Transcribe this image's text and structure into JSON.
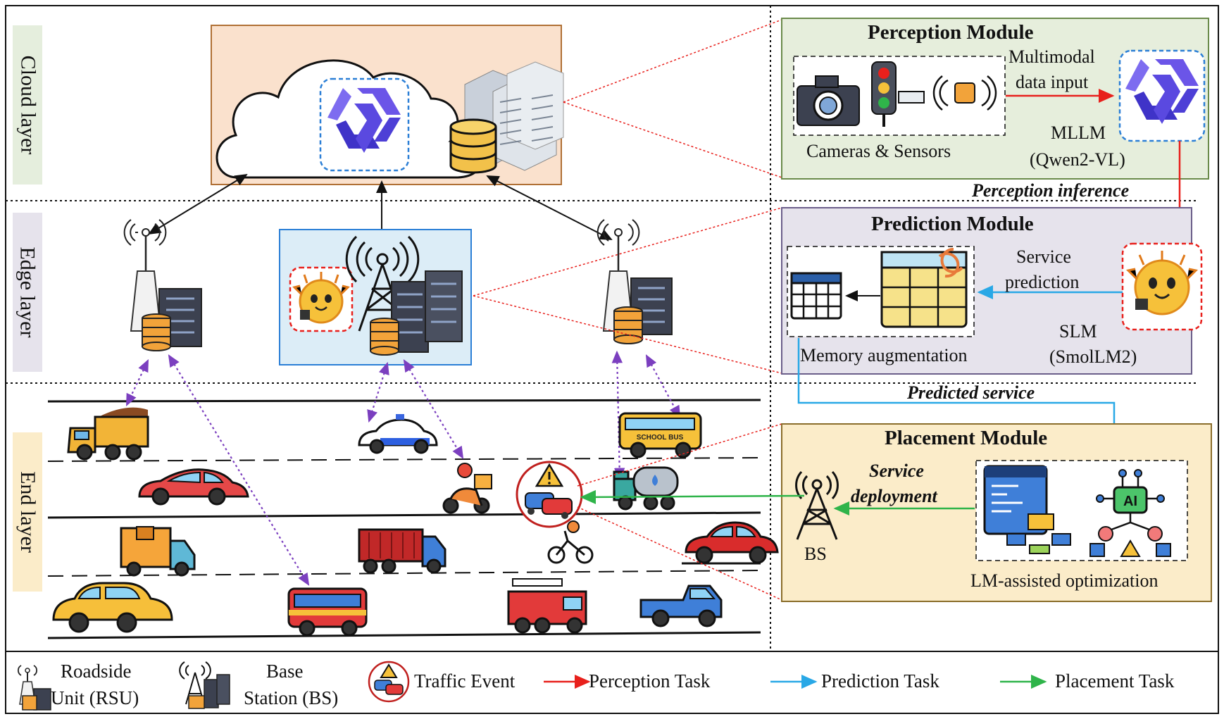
{
  "layers": {
    "cloud": "Cloud layer",
    "edge": "Edge layer",
    "end": "End layer"
  },
  "perception": {
    "title": "Perception Module",
    "input_label_1": "Multimodal",
    "input_label_2": "data input",
    "sensors_label": "Cameras & Sensors",
    "model_1": "MLLM",
    "model_2": "(Qwen2-VL)",
    "inference": "Perception inference"
  },
  "prediction": {
    "title": "Prediction Module",
    "service_1": "Service",
    "service_2": "prediction",
    "memory": "Memory augmentation",
    "model_1": "SLM",
    "model_2": "(SmolLM2)",
    "predicted": "Predicted service"
  },
  "placement": {
    "title": "Placement Module",
    "deploy_1": "Service",
    "deploy_2": "deployment",
    "bs": "BS",
    "optimization": "LM-assisted optimization"
  },
  "vehicles": {
    "school_bus": "SCHOOL BUS",
    "ai_chip": "AI"
  },
  "legend": {
    "rsu_1": "Roadside",
    "rsu_2": "Unit (RSU)",
    "bs_1": "Base",
    "bs_2": "Station (BS)",
    "event": "Traffic Event",
    "perception_task": "Perception Task",
    "prediction_task": "Prediction Task",
    "placement_task": "Placement Task"
  },
  "colors": {
    "perception": "#e8201c",
    "prediction": "#29a8e6",
    "placement": "#2fb44a",
    "link": "#7b3fbf"
  }
}
